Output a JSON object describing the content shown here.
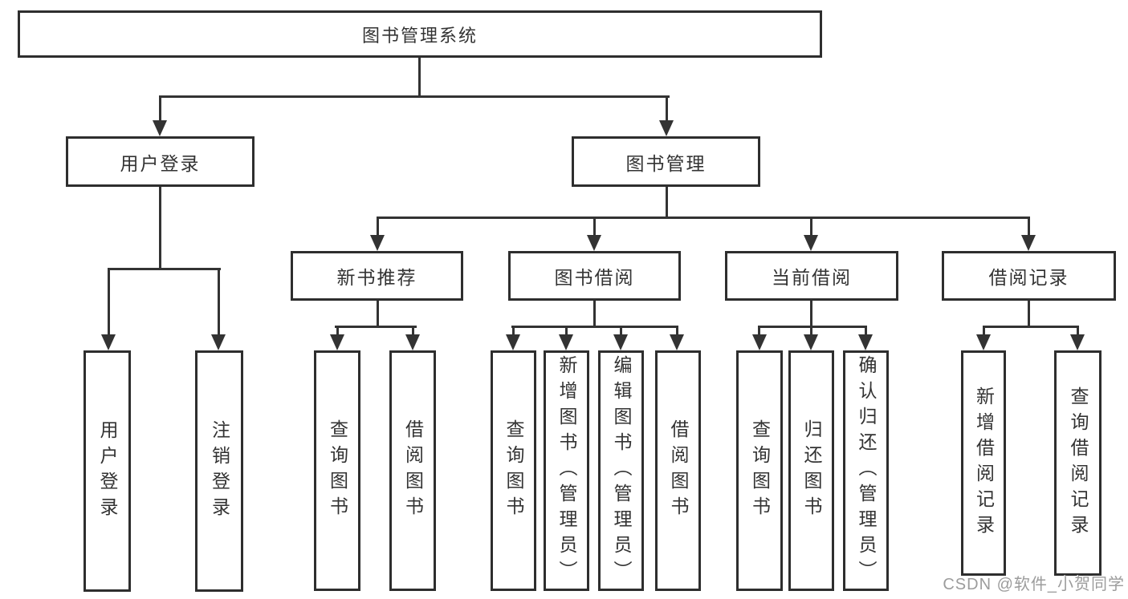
{
  "boxes": {
    "root": "图书管理系统",
    "l2": [
      "用户登录",
      "图书管理"
    ],
    "l3": [
      "新书推荐",
      "图书借阅",
      "当前借阅",
      "借阅记录"
    ],
    "leaves_login": [
      "用户登录",
      "注销登录"
    ],
    "leaves_recommend": [
      "查询图书",
      "借阅图书"
    ],
    "leaves_borrow": [
      "查询图书",
      "新增图书（管理员）",
      "编辑图书（管理员）",
      "借阅图书"
    ],
    "leaves_current": [
      "查询图书",
      "归还图书",
      "确认归还（管理员）"
    ],
    "leaves_records": [
      "新增借阅记录",
      "查询借阅记录"
    ]
  },
  "watermark": "CSDN @软件_小贺同学",
  "colors": {
    "line": "#333333",
    "box_border": "#2e2e2e",
    "background": "#ffffff",
    "watermark_text": "#9c9c9c"
  }
}
